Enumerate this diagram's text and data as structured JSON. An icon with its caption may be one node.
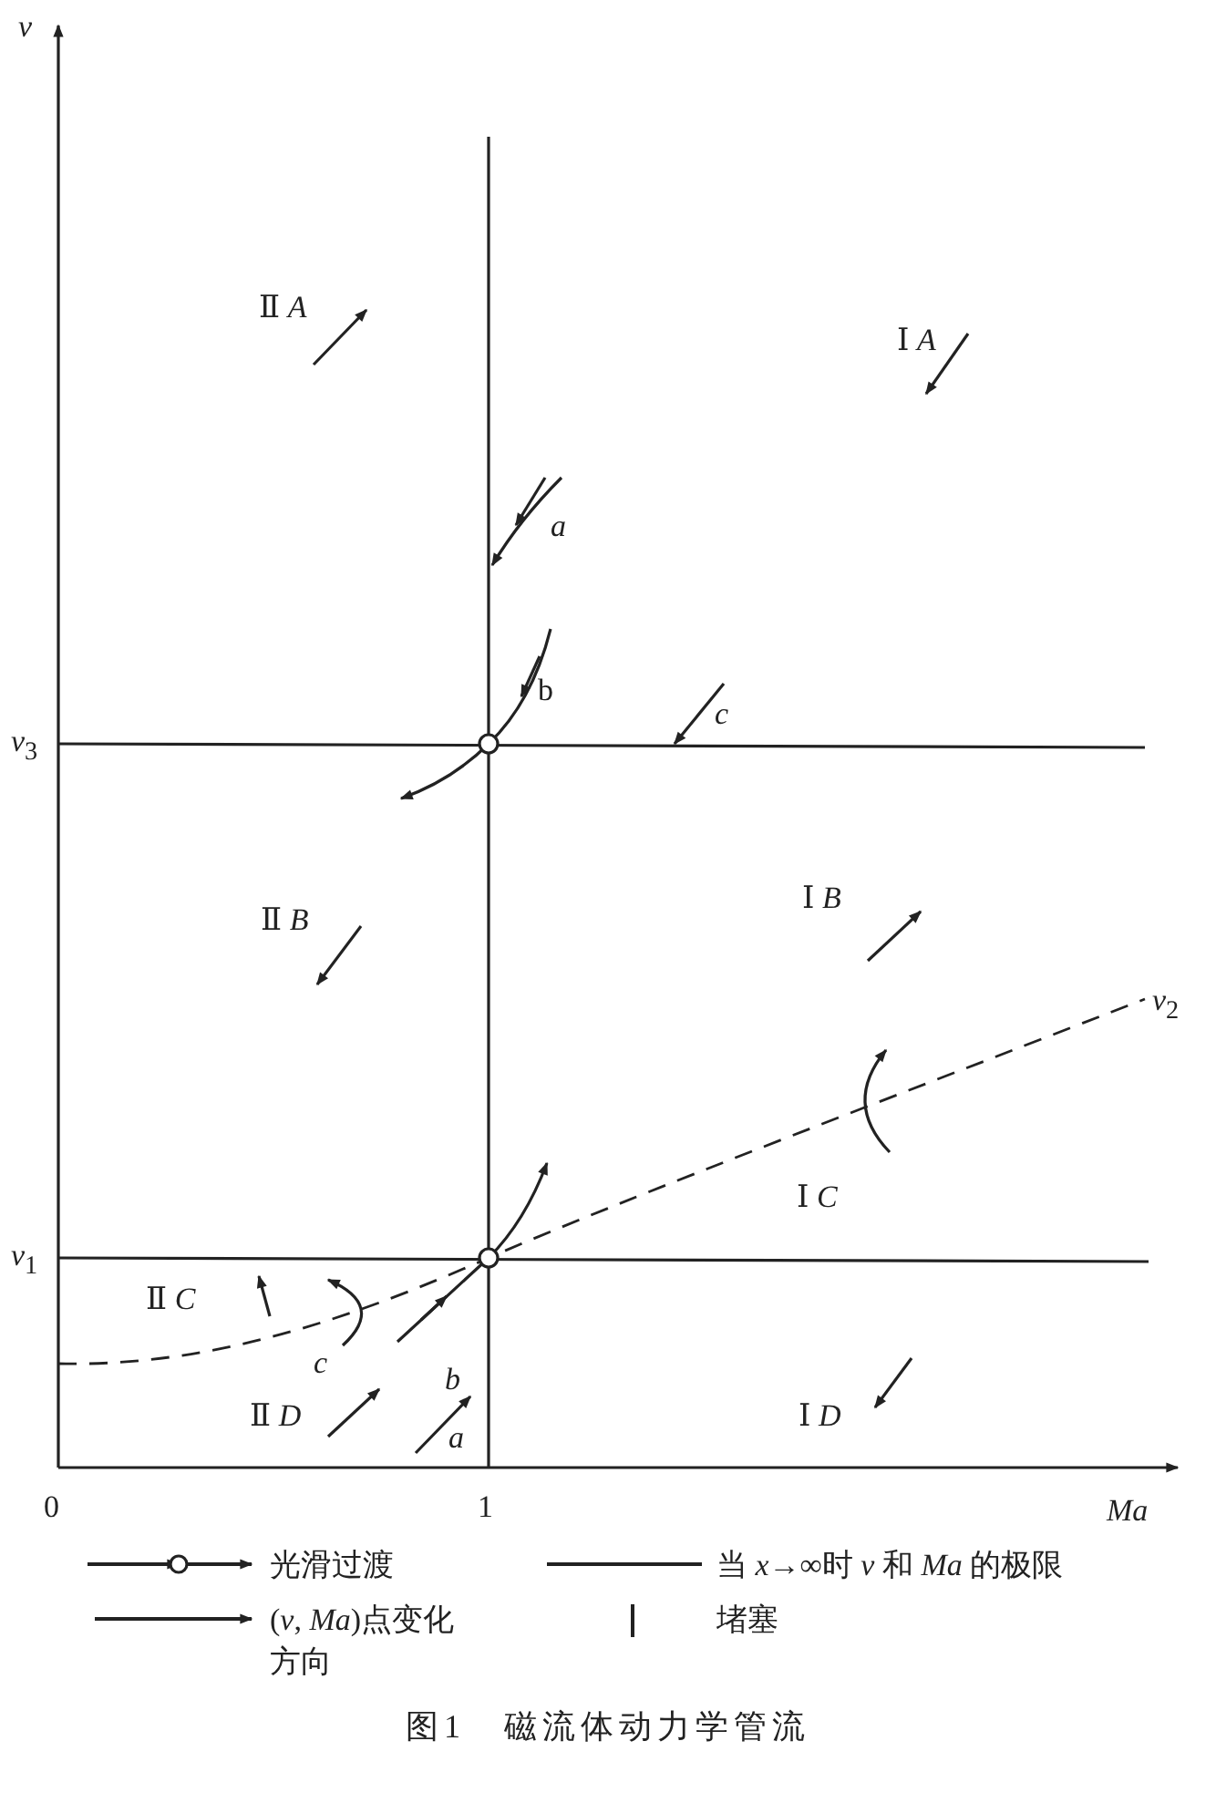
{
  "diagram": {
    "caption": "图1　磁流体动力学管流",
    "labels": [
      "v",
      "Ⅱ *A*",
      "Ⅰ *A*",
      "a",
      "b",
      "c",
      "*v*$_{3}$",
      "Ⅱ *B*",
      "Ⅰ *B*",
      "*v*$_{2}$",
      "Ⅰ *C*",
      "*v*$_{1}$",
      "Ⅱ *C*",
      "c",
      "b",
      "Ⅱ *D*",
      "Ⅰ *D*",
      "a",
      "0",
      "1",
      "Ma"
    ],
    "legend": [
      {
        "text": "光滑过渡"
      },
      {
        "text": "当 *x*→∞时 *v* 和 *Ma* 的极限"
      },
      {
        "text": "(*v*, *Ma*)点变化方向"
      },
      {
        "text": "堵塞"
      }
    ]
  }
}
